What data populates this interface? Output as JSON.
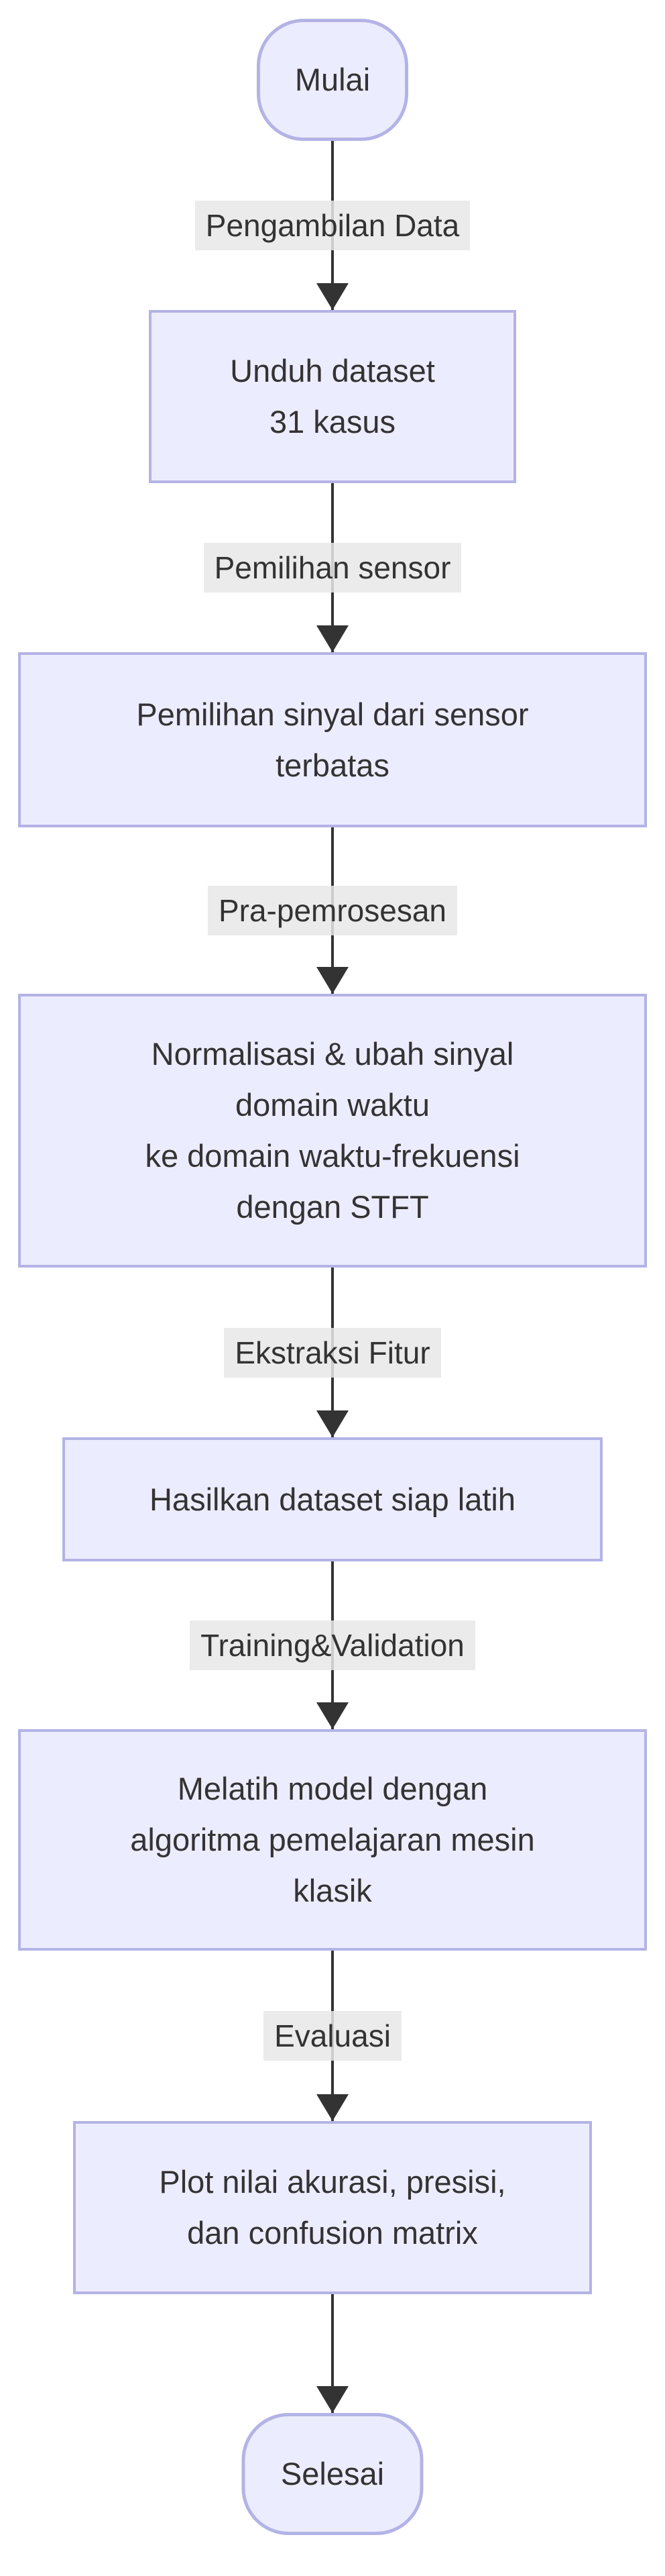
{
  "diagram": {
    "type": "flowchart-top-down",
    "colors": {
      "node_fill": "#ECECFF",
      "node_border": "#b3b3e6",
      "edge_color": "#333333",
      "edge_label_background": "#e8e8e8",
      "text_color": "#333333",
      "background": "#ffffff"
    },
    "nodes": [
      {
        "id": "mulai",
        "shape": "stadium",
        "label": "Mulai"
      },
      {
        "id": "unduh-dataset",
        "shape": "rect",
        "label": "Unduh dataset\n31 kasus"
      },
      {
        "id": "pemilihan-sinyal",
        "shape": "rect",
        "label": "Pemilihan sinyal dari sensor\nterbatas"
      },
      {
        "id": "normalisasi-stft",
        "shape": "rect",
        "label": "Normalisasi & ubah sinyal\ndomain waktu\nke domain waktu-frekuensi\ndengan STFT"
      },
      {
        "id": "hasilkan-dataset",
        "shape": "rect",
        "label": "Hasilkan dataset siap latih"
      },
      {
        "id": "melatih-model",
        "shape": "rect",
        "label": "Melatih model dengan\nalgoritma pemelajaran mesin\nklasik"
      },
      {
        "id": "plot-evaluasi",
        "shape": "rect",
        "label": "Plot nilai akurasi, presisi,\ndan confusion matrix"
      },
      {
        "id": "selesai",
        "shape": "stadium",
        "label": "Selesai"
      }
    ],
    "edges": [
      {
        "from": "mulai",
        "to": "unduh-dataset",
        "label": "Pengambilan Data"
      },
      {
        "from": "unduh-dataset",
        "to": "pemilihan-sinyal",
        "label": "Pemilihan sensor"
      },
      {
        "from": "pemilihan-sinyal",
        "to": "normalisasi-stft",
        "label": "Pra-pemrosesan"
      },
      {
        "from": "normalisasi-stft",
        "to": "hasilkan-dataset",
        "label": "Ekstraksi Fitur"
      },
      {
        "from": "hasilkan-dataset",
        "to": "melatih-model",
        "label": "Training&Validation"
      },
      {
        "from": "melatih-model",
        "to": "plot-evaluasi",
        "label": "Evaluasi"
      },
      {
        "from": "plot-evaluasi",
        "to": "selesai",
        "label": ""
      }
    ]
  }
}
